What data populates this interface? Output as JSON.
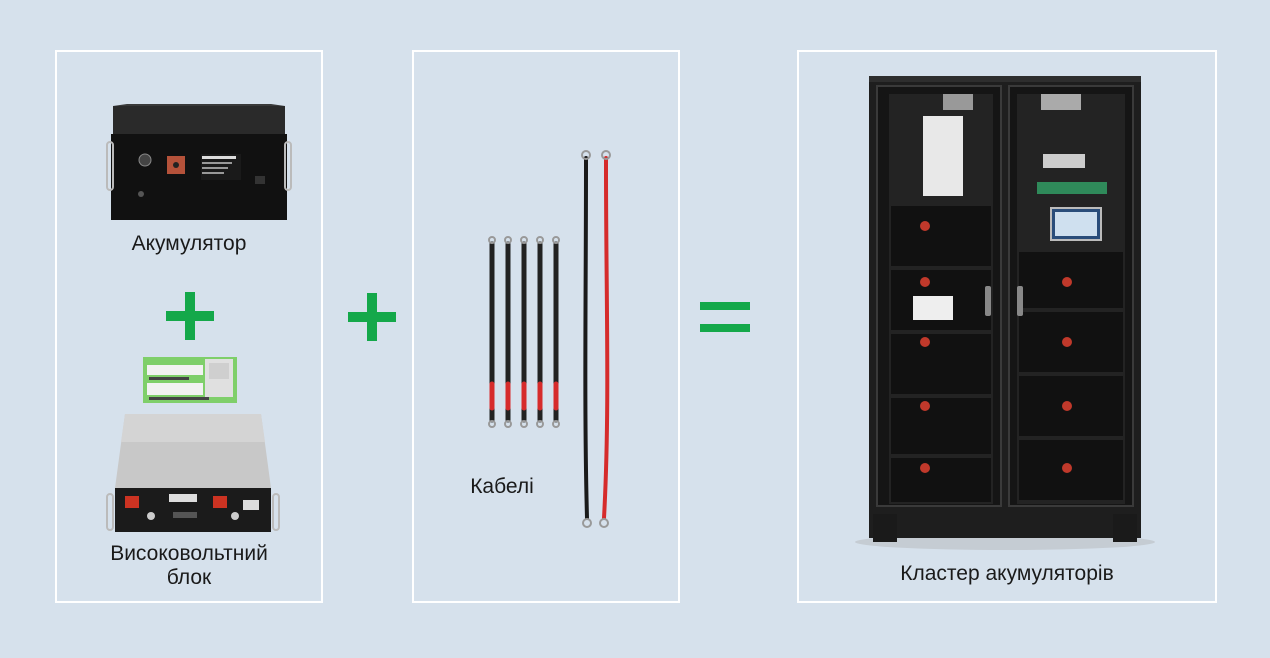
{
  "labels": {
    "battery": "Акумулятор",
    "hv_block": "Високовольтний\nблок",
    "cables": "Кабелі",
    "cluster": "Кластер акумуляторів"
  },
  "icons": {
    "plus_1": "plus-icon",
    "plus_2": "plus-icon",
    "equals": "equals-icon"
  },
  "colors": {
    "background": "#d6e1ec",
    "accent": "#14a84a",
    "panel_border": "#ffffff"
  }
}
